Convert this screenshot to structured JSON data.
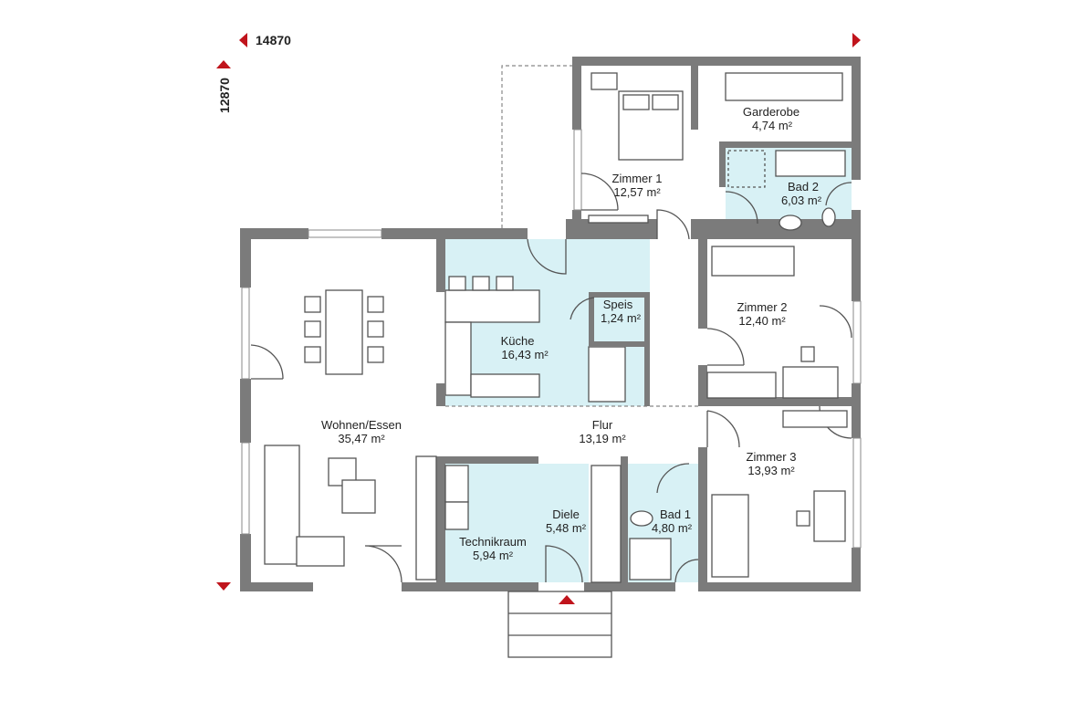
{
  "dimensions": {
    "width": "14870",
    "depth": "12870"
  },
  "rooms": {
    "zimmer1": {
      "name": "Zimmer 1",
      "area": "12,57 m²"
    },
    "garderobe": {
      "name": "Garderobe",
      "area": "4,74 m²"
    },
    "bad2": {
      "name": "Bad 2",
      "area": "6,03 m²"
    },
    "zimmer2": {
      "name": "Zimmer 2",
      "area": "12,40 m²"
    },
    "speis": {
      "name": "Speis",
      "area": "1,24 m²"
    },
    "kueche": {
      "name": "Küche",
      "area": "16,43 m²"
    },
    "wohnen": {
      "name": "Wohnen/Essen",
      "area": "35,47 m²"
    },
    "flur": {
      "name": "Flur",
      "area": "13,19 m²"
    },
    "zimmer3": {
      "name": "Zimmer 3",
      "area": "13,93 m²"
    },
    "diele": {
      "name": "Diele",
      "area": "5,48 m²"
    },
    "bad1": {
      "name": "Bad 1",
      "area": "4,80 m²"
    },
    "technikraum": {
      "name": "Technikraum",
      "area": "5,94 m²"
    }
  },
  "colors": {
    "wall": "#7b7b7b",
    "tile": "#d8f1f5",
    "marker": "#c0141c"
  }
}
